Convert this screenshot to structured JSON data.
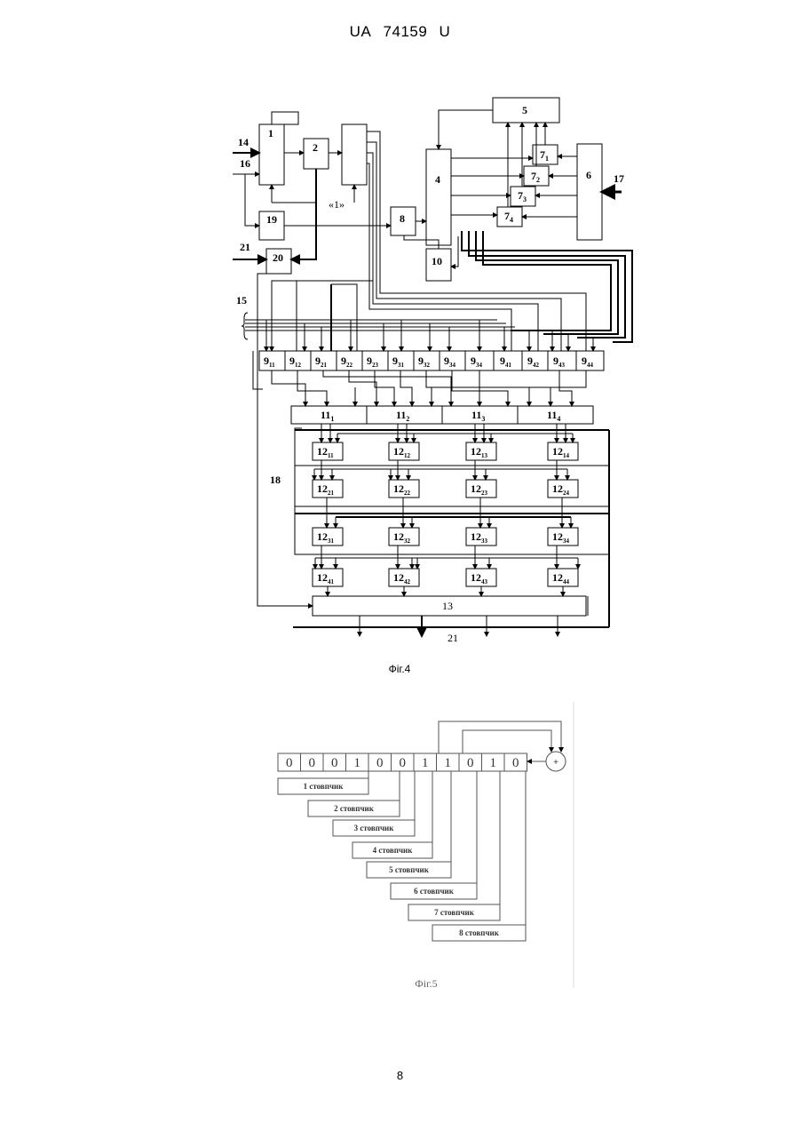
{
  "header": {
    "country": "UA",
    "number": "74159",
    "kind": "U"
  },
  "page_number": "8",
  "fig4": {
    "caption": "Фіг.4",
    "inputs": {
      "i14": "14",
      "i16": "16",
      "i17": "17",
      "i21": "21",
      "i15": "15",
      "i18": "18",
      "one": "«1»",
      "out21": "21"
    },
    "blocks": {
      "b1": "1",
      "b2": "2",
      "b4": "4",
      "b5": "5",
      "b6": "6",
      "b8": "8",
      "b10": "10",
      "b19": "19",
      "b20": "20",
      "b13": "13"
    },
    "blocks7": [
      {
        "main": "7",
        "sub": "1"
      },
      {
        "main": "7",
        "sub": "2"
      },
      {
        "main": "7",
        "sub": "3"
      },
      {
        "main": "7",
        "sub": "4"
      }
    ],
    "blocks9": [
      {
        "main": "9",
        "sub": "11"
      },
      {
        "main": "9",
        "sub": "12"
      },
      {
        "main": "9",
        "sub": "21"
      },
      {
        "main": "9",
        "sub": "22"
      },
      {
        "main": "9",
        "sub": "23"
      },
      {
        "main": "9",
        "sub": "31"
      },
      {
        "main": "9",
        "sub": "32"
      },
      {
        "main": "9",
        "sub": "34"
      },
      {
        "main": "9",
        "sub": "34"
      },
      {
        "main": "9",
        "sub": "41"
      },
      {
        "main": "9",
        "sub": "42"
      },
      {
        "main": "9",
        "sub": "43"
      },
      {
        "main": "9",
        "sub": "44"
      }
    ],
    "blocks11": [
      {
        "main": "11",
        "sub": "1"
      },
      {
        "main": "11",
        "sub": "2"
      },
      {
        "main": "11",
        "sub": "3"
      },
      {
        "main": "11",
        "sub": "4"
      }
    ],
    "blocks12": [
      [
        {
          "main": "12",
          "sub": "11"
        },
        {
          "main": "12",
          "sub": "12"
        },
        {
          "main": "12",
          "sub": "13"
        },
        {
          "main": "12",
          "sub": "14"
        }
      ],
      [
        {
          "main": "12",
          "sub": "21"
        },
        {
          "main": "12",
          "sub": "22"
        },
        {
          "main": "12",
          "sub": "23"
        },
        {
          "main": "12",
          "sub": "24"
        }
      ],
      [
        {
          "main": "12",
          "sub": "31"
        },
        {
          "main": "12",
          "sub": "32"
        },
        {
          "main": "12",
          "sub": "33"
        },
        {
          "main": "12",
          "sub": "34"
        }
      ],
      [
        {
          "main": "12",
          "sub": "41"
        },
        {
          "main": "12",
          "sub": "42"
        },
        {
          "main": "12",
          "sub": "43"
        },
        {
          "main": "12",
          "sub": "44"
        }
      ]
    ]
  },
  "fig5": {
    "caption": "Фіг.5",
    "bits": [
      "0",
      "0",
      "0",
      "1",
      "0",
      "0",
      "1",
      "1",
      "0",
      "1",
      "0"
    ],
    "xor_symbol": "+",
    "columns": [
      "1 стовпчик",
      "2 стовпчик",
      "3 стовпчик",
      "4 стовпчик",
      "5 стовпчик",
      "6 стовпчик",
      "7 стовпчик",
      "8 стовпчик"
    ]
  }
}
